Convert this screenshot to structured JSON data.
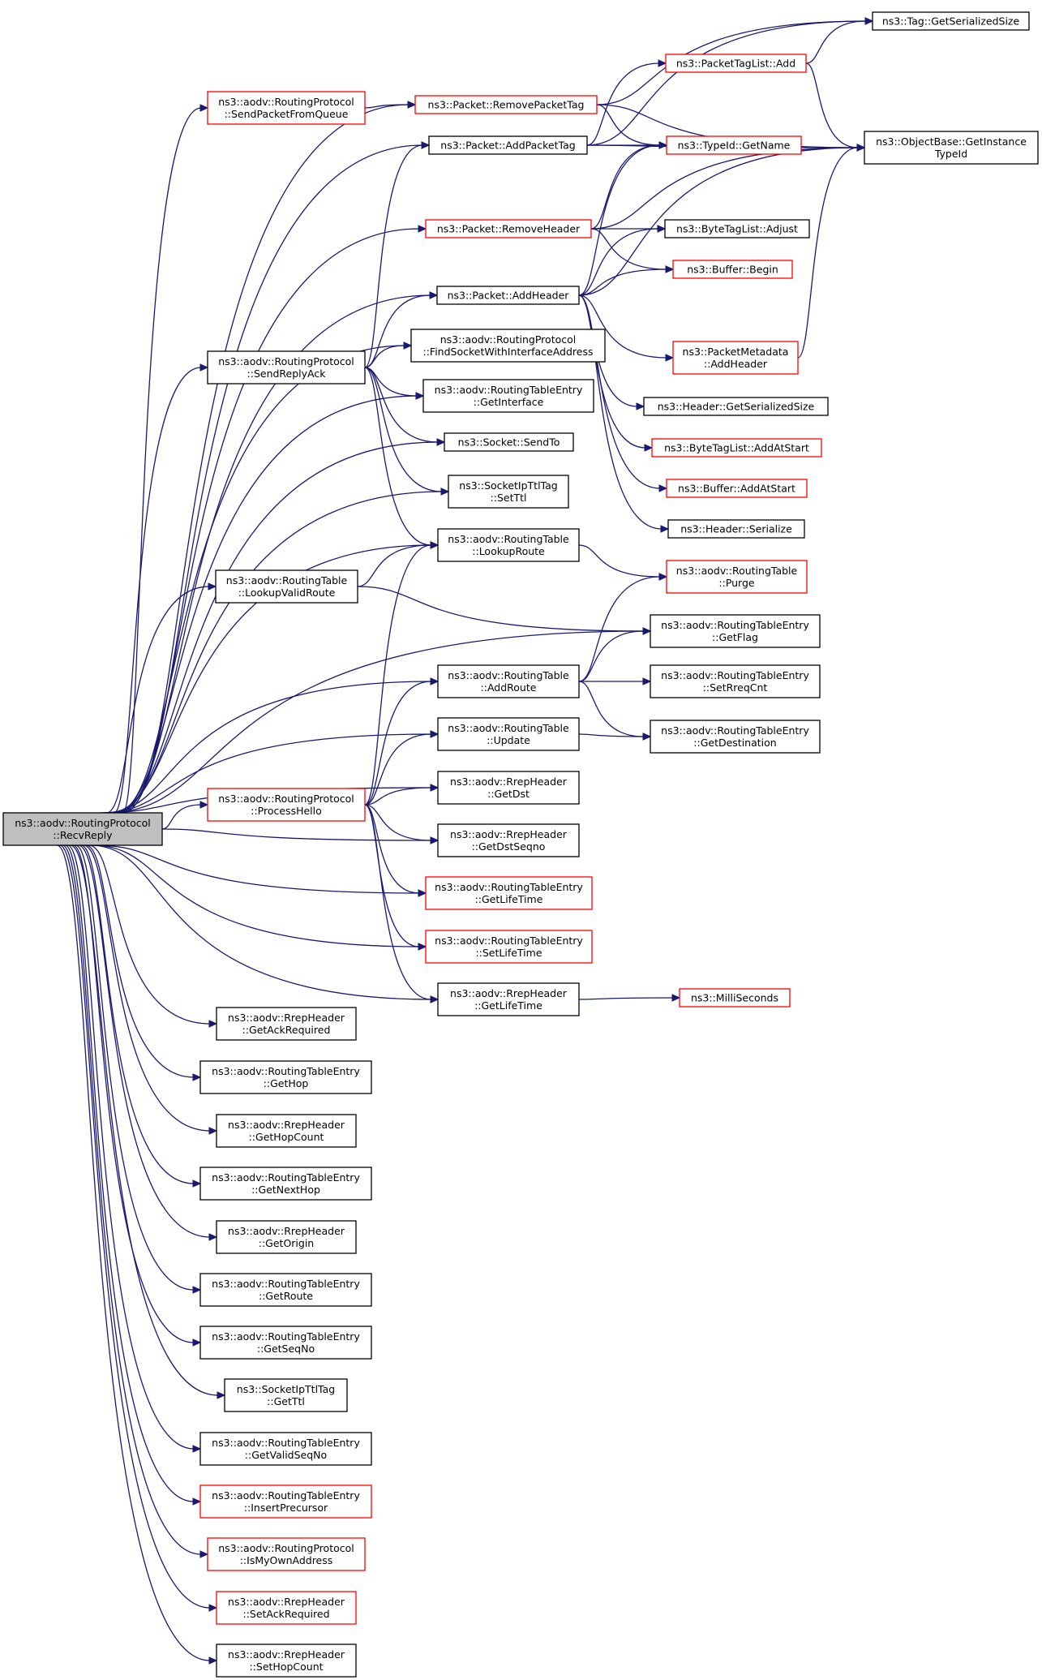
{
  "colors": {
    "edge": "#191970",
    "linked_border": "#ff0000",
    "plain_border": "#000000",
    "root_fill": "#bfbfbf"
  },
  "nodes": [
    {
      "id": "recv",
      "lines": [
        "ns3::aodv::RoutingProtocol",
        "::RecvReply"
      ],
      "style": "root"
    },
    {
      "id": "sendq",
      "lines": [
        "ns3::aodv::RoutingProtocol",
        "::SendPacketFromQueue"
      ],
      "style": "red"
    },
    {
      "id": "rmtag",
      "lines": [
        "ns3::Packet::RemovePacketTag"
      ],
      "style": "red"
    },
    {
      "id": "addtag",
      "lines": [
        "ns3::Packet::AddPacketTag"
      ],
      "style": "black"
    },
    {
      "id": "tagser",
      "lines": [
        "ns3::Tag::GetSerializedSize"
      ],
      "style": "black"
    },
    {
      "id": "ptladd",
      "lines": [
        "ns3::PacketTagList::Add"
      ],
      "style": "red"
    },
    {
      "id": "typename",
      "lines": [
        "ns3::TypeId::GetName"
      ],
      "style": "red"
    },
    {
      "id": "objbase",
      "lines": [
        "ns3::ObjectBase::GetInstance",
        "TypeId"
      ],
      "style": "black"
    },
    {
      "id": "rmheader",
      "lines": [
        "ns3::Packet::RemoveHeader"
      ],
      "style": "red"
    },
    {
      "id": "btladjust",
      "lines": [
        "ns3::ByteTagList::Adjust"
      ],
      "style": "black"
    },
    {
      "id": "bufbegin",
      "lines": [
        "ns3::Buffer::Begin"
      ],
      "style": "red"
    },
    {
      "id": "addheader",
      "lines": [
        "ns3::Packet::AddHeader"
      ],
      "style": "black"
    },
    {
      "id": "pmaddheader",
      "lines": [
        "ns3::PacketMetadata",
        "::AddHeader"
      ],
      "style": "red"
    },
    {
      "id": "hdrser",
      "lines": [
        "ns3::Header::GetSerializedSize"
      ],
      "style": "black"
    },
    {
      "id": "btlstart",
      "lines": [
        "ns3::ByteTagList::AddAtStart"
      ],
      "style": "red"
    },
    {
      "id": "bufstart",
      "lines": [
        "ns3::Buffer::AddAtStart"
      ],
      "style": "red"
    },
    {
      "id": "hdrserialize",
      "lines": [
        "ns3::Header::Serialize"
      ],
      "style": "black"
    },
    {
      "id": "sendack",
      "lines": [
        "ns3::aodv::RoutingProtocol",
        "::SendReplyAck"
      ],
      "style": "black"
    },
    {
      "id": "findsock",
      "lines": [
        "ns3::aodv::RoutingProtocol",
        "::FindSocketWithInterfaceAddress"
      ],
      "style": "black"
    },
    {
      "id": "getif",
      "lines": [
        "ns3::aodv::RoutingTableEntry",
        "::GetInterface"
      ],
      "style": "black"
    },
    {
      "id": "sendto",
      "lines": [
        "ns3::Socket::SendTo"
      ],
      "style": "black"
    },
    {
      "id": "setttl",
      "lines": [
        "ns3::SocketIpTtlTag",
        "::SetTtl"
      ],
      "style": "black"
    },
    {
      "id": "lookup",
      "lines": [
        "ns3::aodv::RoutingTable",
        "::LookupRoute"
      ],
      "style": "black"
    },
    {
      "id": "lookupvalid",
      "lines": [
        "ns3::aodv::RoutingTable",
        "::LookupValidRoute"
      ],
      "style": "black"
    },
    {
      "id": "purge",
      "lines": [
        "ns3::aodv::RoutingTable",
        "::Purge"
      ],
      "style": "red"
    },
    {
      "id": "getflag",
      "lines": [
        "ns3::aodv::RoutingTableEntry",
        "::GetFlag"
      ],
      "style": "black"
    },
    {
      "id": "addroute",
      "lines": [
        "ns3::aodv::RoutingTable",
        "::AddRoute"
      ],
      "style": "black"
    },
    {
      "id": "setrreq",
      "lines": [
        "ns3::aodv::RoutingTableEntry",
        "::SetRreqCnt"
      ],
      "style": "black"
    },
    {
      "id": "update",
      "lines": [
        "ns3::aodv::RoutingTable",
        "::Update"
      ],
      "style": "black"
    },
    {
      "id": "getdest",
      "lines": [
        "ns3::aodv::RoutingTableEntry",
        "::GetDestination"
      ],
      "style": "black"
    },
    {
      "id": "hello",
      "lines": [
        "ns3::aodv::RoutingProtocol",
        "::ProcessHello"
      ],
      "style": "red"
    },
    {
      "id": "getdst",
      "lines": [
        "ns3::aodv::RrepHeader",
        "::GetDst"
      ],
      "style": "black"
    },
    {
      "id": "getdstseq",
      "lines": [
        "ns3::aodv::RrepHeader",
        "::GetDstSeqno"
      ],
      "style": "black"
    },
    {
      "id": "getlife",
      "lines": [
        "ns3::aodv::RoutingTableEntry",
        "::GetLifeTime"
      ],
      "style": "red"
    },
    {
      "id": "setlife",
      "lines": [
        "ns3::aodv::RoutingTableEntry",
        "::SetLifeTime"
      ],
      "style": "red"
    },
    {
      "id": "rrepgetlife",
      "lines": [
        "ns3::aodv::RrepHeader",
        "::GetLifeTime"
      ],
      "style": "black"
    },
    {
      "id": "millis",
      "lines": [
        "ns3::MilliSeconds"
      ],
      "style": "red"
    },
    {
      "id": "getack",
      "lines": [
        "ns3::aodv::RrepHeader",
        "::GetAckRequired"
      ],
      "style": "black"
    },
    {
      "id": "gethop",
      "lines": [
        "ns3::aodv::RoutingTableEntry",
        "::GetHop"
      ],
      "style": "black"
    },
    {
      "id": "gethopcount",
      "lines": [
        "ns3::aodv::RrepHeader",
        "::GetHopCount"
      ],
      "style": "black"
    },
    {
      "id": "getnexthop",
      "lines": [
        "ns3::aodv::RoutingTableEntry",
        "::GetNextHop"
      ],
      "style": "black"
    },
    {
      "id": "getorigin",
      "lines": [
        "ns3::aodv::RrepHeader",
        "::GetOrigin"
      ],
      "style": "black"
    },
    {
      "id": "getroute",
      "lines": [
        "ns3::aodv::RoutingTableEntry",
        "::GetRoute"
      ],
      "style": "black"
    },
    {
      "id": "getseqno",
      "lines": [
        "ns3::aodv::RoutingTableEntry",
        "::GetSeqNo"
      ],
      "style": "black"
    },
    {
      "id": "getttl",
      "lines": [
        "ns3::SocketIpTtlTag",
        "::GetTtl"
      ],
      "style": "black"
    },
    {
      "id": "getvalidseq",
      "lines": [
        "ns3::aodv::RoutingTableEntry",
        "::GetValidSeqNo"
      ],
      "style": "black"
    },
    {
      "id": "insertprec",
      "lines": [
        "ns3::aodv::RoutingTableEntry",
        "::InsertPrecursor"
      ],
      "style": "red"
    },
    {
      "id": "ismyown",
      "lines": [
        "ns3::aodv::RoutingProtocol",
        "::IsMyOwnAddress"
      ],
      "style": "red"
    },
    {
      "id": "setack",
      "lines": [
        "ns3::aodv::RrepHeader",
        "::SetAckRequired"
      ],
      "style": "red"
    },
    {
      "id": "sethopcount",
      "lines": [
        "ns3::aodv::RrepHeader",
        "::SetHopCount"
      ],
      "style": "black"
    }
  ],
  "edges": [
    [
      "recv",
      "sendq"
    ],
    [
      "recv",
      "rmtag"
    ],
    [
      "recv",
      "addtag"
    ],
    [
      "recv",
      "rmheader"
    ],
    [
      "recv",
      "addheader"
    ],
    [
      "recv",
      "sendack"
    ],
    [
      "recv",
      "findsock"
    ],
    [
      "recv",
      "getif"
    ],
    [
      "recv",
      "sendto"
    ],
    [
      "recv",
      "setttl"
    ],
    [
      "recv",
      "lookup"
    ],
    [
      "recv",
      "lookupvalid"
    ],
    [
      "recv",
      "getflag"
    ],
    [
      "recv",
      "addroute"
    ],
    [
      "recv",
      "update"
    ],
    [
      "recv",
      "hello"
    ],
    [
      "recv",
      "getdst"
    ],
    [
      "recv",
      "getdstseq"
    ],
    [
      "recv",
      "getlife"
    ],
    [
      "recv",
      "setlife"
    ],
    [
      "recv",
      "rrepgetlife"
    ],
    [
      "recv",
      "getack"
    ],
    [
      "recv",
      "gethop"
    ],
    [
      "recv",
      "gethopcount"
    ],
    [
      "recv",
      "getnexthop"
    ],
    [
      "recv",
      "getorigin"
    ],
    [
      "recv",
      "getroute"
    ],
    [
      "recv",
      "getseqno"
    ],
    [
      "recv",
      "getttl"
    ],
    [
      "recv",
      "getvalidseq"
    ],
    [
      "recv",
      "insertprec"
    ],
    [
      "recv",
      "ismyown"
    ],
    [
      "recv",
      "setack"
    ],
    [
      "recv",
      "sethopcount"
    ],
    [
      "sendq",
      "rmtag"
    ],
    [
      "rmtag",
      "tagser"
    ],
    [
      "rmtag",
      "objbase"
    ],
    [
      "rmtag",
      "typename"
    ],
    [
      "addtag",
      "tagser"
    ],
    [
      "addtag",
      "ptladd"
    ],
    [
      "addtag",
      "typename"
    ],
    [
      "addtag",
      "objbase"
    ],
    [
      "ptladd",
      "tagser"
    ],
    [
      "ptladd",
      "objbase"
    ],
    [
      "rmheader",
      "typename"
    ],
    [
      "rmheader",
      "objbase"
    ],
    [
      "rmheader",
      "btladjust"
    ],
    [
      "rmheader",
      "bufbegin"
    ],
    [
      "addheader",
      "typename"
    ],
    [
      "addheader",
      "btladjust"
    ],
    [
      "addheader",
      "bufbegin"
    ],
    [
      "addheader",
      "objbase"
    ],
    [
      "addheader",
      "pmaddheader"
    ],
    [
      "addheader",
      "hdrser"
    ],
    [
      "addheader",
      "btlstart"
    ],
    [
      "addheader",
      "bufstart"
    ],
    [
      "addheader",
      "hdrserialize"
    ],
    [
      "pmaddheader",
      "objbase"
    ],
    [
      "sendack",
      "addtag"
    ],
    [
      "sendack",
      "addheader"
    ],
    [
      "sendack",
      "findsock"
    ],
    [
      "sendack",
      "getif"
    ],
    [
      "sendack",
      "sendto"
    ],
    [
      "sendack",
      "setttl"
    ],
    [
      "sendack",
      "lookup"
    ],
    [
      "lookup",
      "purge"
    ],
    [
      "lookupvalid",
      "lookup"
    ],
    [
      "lookupvalid",
      "getflag"
    ],
    [
      "addroute",
      "purge"
    ],
    [
      "addroute",
      "getflag"
    ],
    [
      "addroute",
      "setrreq"
    ],
    [
      "addroute",
      "getdest"
    ],
    [
      "update",
      "getdest"
    ],
    [
      "hello",
      "lookup"
    ],
    [
      "hello",
      "addroute"
    ],
    [
      "hello",
      "update"
    ],
    [
      "hello",
      "getdst"
    ],
    [
      "hello",
      "getdstseq"
    ],
    [
      "hello",
      "getlife"
    ],
    [
      "hello",
      "setlife"
    ],
    [
      "hello",
      "rrepgetlife"
    ],
    [
      "rrepgetlife",
      "millis"
    ]
  ]
}
